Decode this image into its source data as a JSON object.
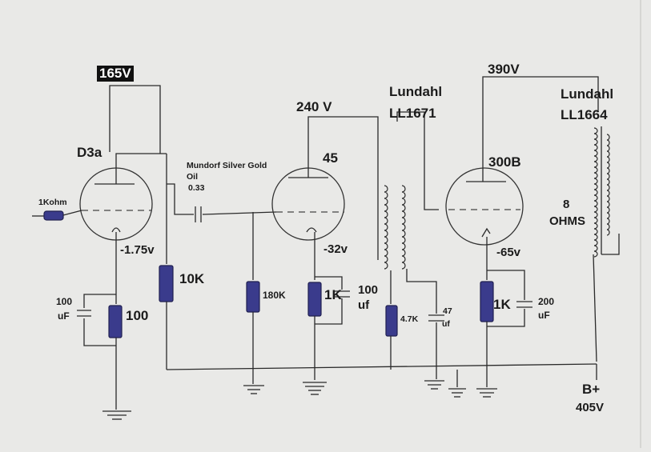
{
  "labels": {
    "v165": "165V",
    "d3a": "D3a",
    "r1kohm": "1Kohm",
    "vm175": "-1.75v",
    "c100uf_a": "100",
    "c100uf_b": "uF",
    "r100": "100",
    "r10k": "10K",
    "cap_mundorf_1": "Mundorf Silver Gold",
    "cap_mundorf_2": "Oil",
    "cap_mundorf_3": "0.33",
    "v240": "240 V",
    "t45": "45",
    "vm32": "-32v",
    "r180k": "180K",
    "r1k_a": "1K",
    "c100_b1": "100",
    "c100_b2": "uf",
    "lundahl1_1": "Lundahl",
    "lundahl1_2": "LL1671",
    "r47k": "4.7K",
    "c47_1": "47",
    "c47_2": "uf",
    "v390": "390V",
    "t300b": "300B",
    "vm65": "-65v",
    "r1k_b": "1K",
    "c200_1": "200",
    "c200_2": "uF",
    "lundahl2_1": "Lundahl",
    "lundahl2_2": "LL1664",
    "ohms_1": "8",
    "ohms_2": "OHMS",
    "bplus_1": "B+",
    "bplus_2": "405V"
  },
  "colors": {
    "paper": "#e9e9e7",
    "ink": "#1b1b1b",
    "resistor": "#3a3b8c",
    "highlight": "#111111"
  }
}
